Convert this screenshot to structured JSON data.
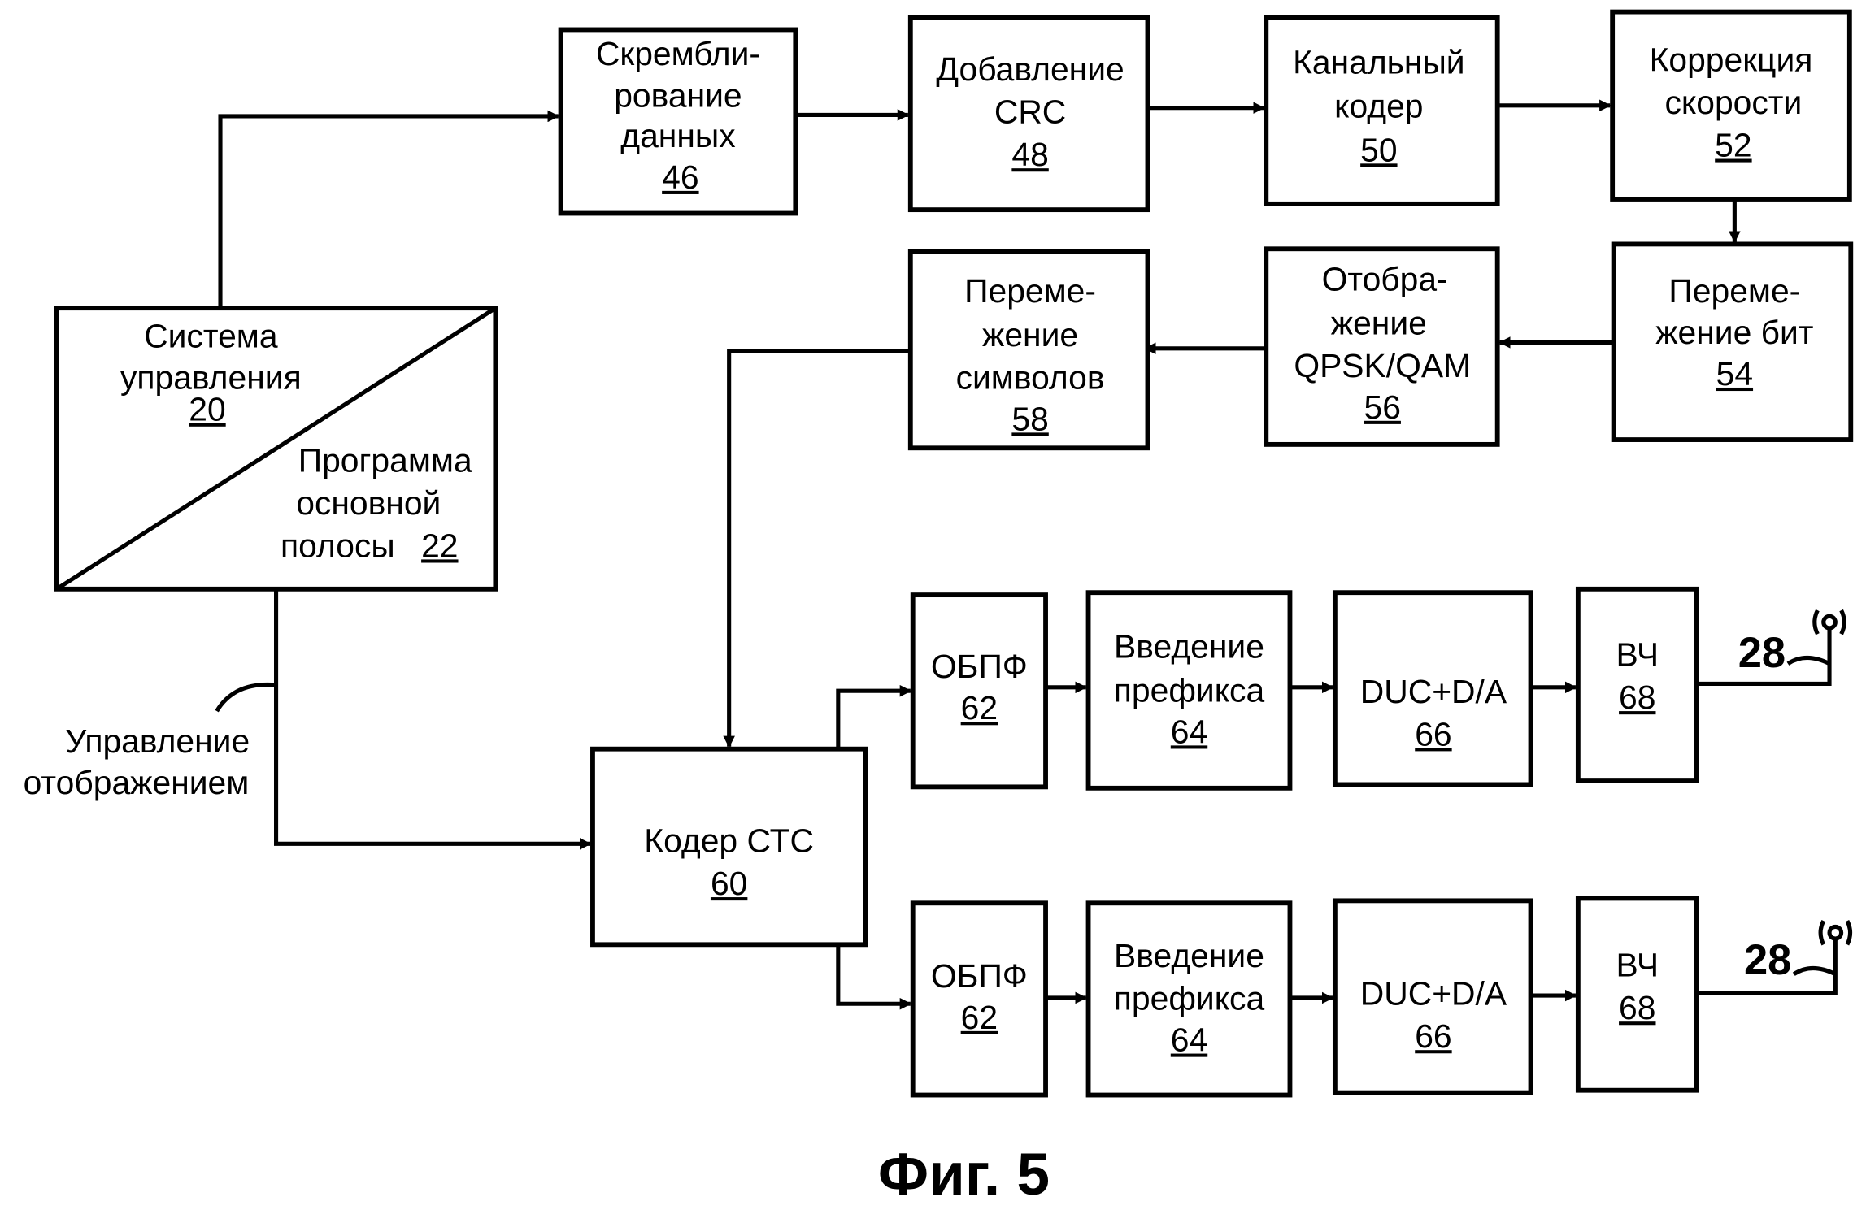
{
  "figure_caption": "Фиг. 5",
  "blocks": {
    "control": {
      "line1": "Система",
      "line2": "управления",
      "num": "20"
    },
    "baseband": {
      "line1": "Программа",
      "line2": "основной",
      "line3": "полосы",
      "num": "22"
    },
    "scramble": {
      "line1": "Скрембли-",
      "line2": "рование",
      "line3": "данных",
      "num": "46"
    },
    "crc": {
      "line1": "Добавление",
      "line2": "CRC",
      "num": "48"
    },
    "chcoder": {
      "line1": "Канальный",
      "line2": "кодер",
      "num": "50"
    },
    "rate": {
      "line1": "Коррекция",
      "line2": "скорости",
      "num": "52"
    },
    "bitint": {
      "line1": "Переме-",
      "line2": "жение бит",
      "num": "54"
    },
    "mapping": {
      "line1": "Отобра-",
      "line2": "жение",
      "line3": "QPSK/QAM",
      "num": "56"
    },
    "symint": {
      "line1": "Переме-",
      "line2": "жение",
      "line3": "символов",
      "num": "58"
    },
    "stc": {
      "line1": "Кодер СТС",
      "num": "60"
    },
    "ifft": {
      "line1": "ОБПФ",
      "num": "62"
    },
    "prefix": {
      "line1": "Введение",
      "line2": "префикса",
      "num": "64"
    },
    "duc": {
      "line1": "DUC+D/A",
      "num": "66"
    },
    "rf": {
      "line1": "ВЧ",
      "num": "68"
    }
  },
  "mapping_control": {
    "line1": "Управление",
    "line2": "отображением"
  },
  "antenna_label": "28"
}
